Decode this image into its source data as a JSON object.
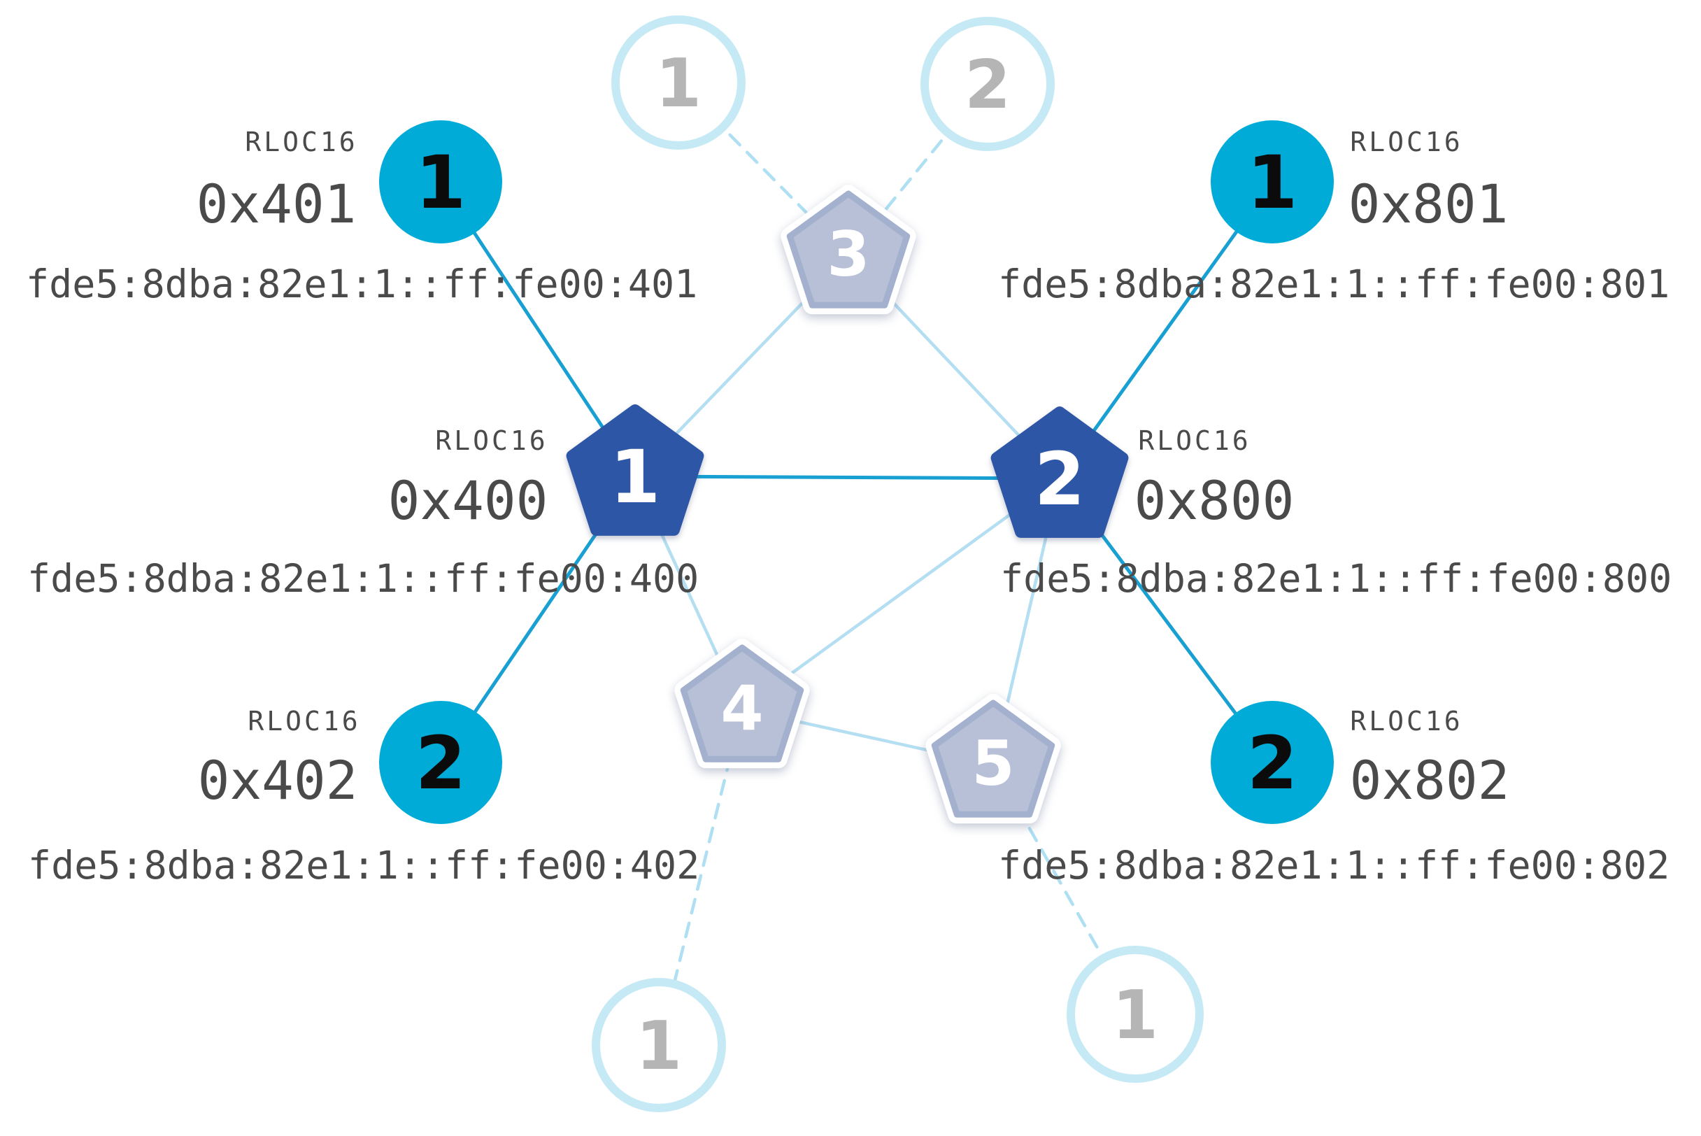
{
  "diagram": {
    "kind": "thread-network-topology",
    "routers": [
      {
        "id": "router-1",
        "number": "1",
        "rloc_label": "RLOC16",
        "rloc16": "0x400",
        "ipv6": "fde5:8dba:82e1:1::ff:fe00:400"
      },
      {
        "id": "router-2",
        "number": "2",
        "rloc_label": "RLOC16",
        "rloc16": "0x800",
        "ipv6": "fde5:8dba:82e1:1::ff:fe00:800"
      }
    ],
    "end_devices": [
      {
        "id": "end-device-401",
        "number": "1",
        "rloc_label": "RLOC16",
        "rloc16": "0x401",
        "ipv6": "fde5:8dba:82e1:1::ff:fe00:401"
      },
      {
        "id": "end-device-801",
        "number": "1",
        "rloc_label": "RLOC16",
        "rloc16": "0x801",
        "ipv6": "fde5:8dba:82e1:1::ff:fe00:801"
      },
      {
        "id": "end-device-402",
        "number": "2",
        "rloc_label": "RLOC16",
        "rloc16": "0x402",
        "ipv6": "fde5:8dba:82e1:1::ff:fe00:402"
      },
      {
        "id": "end-device-802",
        "number": "2",
        "rloc_label": "RLOC16",
        "rloc16": "0x802",
        "ipv6": "fde5:8dba:82e1:1::ff:fe00:802"
      }
    ],
    "inactive_routers": [
      {
        "id": "router-3",
        "number": "3"
      },
      {
        "id": "router-4",
        "number": "4"
      },
      {
        "id": "router-5",
        "number": "5"
      }
    ],
    "inactive_end_devices": [
      {
        "id": "inactive-end-device-top-1",
        "number": "1"
      },
      {
        "id": "inactive-end-device-top-2",
        "number": "2"
      },
      {
        "id": "inactive-end-device-bottom-left",
        "number": "1"
      },
      {
        "id": "inactive-end-device-bottom-right",
        "number": "1"
      }
    ]
  },
  "colors": {
    "router_fill": "#2d56a6",
    "router_number": "#ffffff",
    "child_fill": "#00abd8",
    "child_number": "#0b0b0b",
    "inactive_router_fill": "#b7c0d6",
    "inactive_router_stroke": "#a4b1ce",
    "inactive_router_number": "#ffffff",
    "inactive_child_stroke": "#c5eaf6",
    "inactive_child_number": "#b5b5b5",
    "link_active": "#18a0d2",
    "link_router": "#b4def1",
    "link_inactive": "#aedff2",
    "text": "#4a4a4a"
  }
}
